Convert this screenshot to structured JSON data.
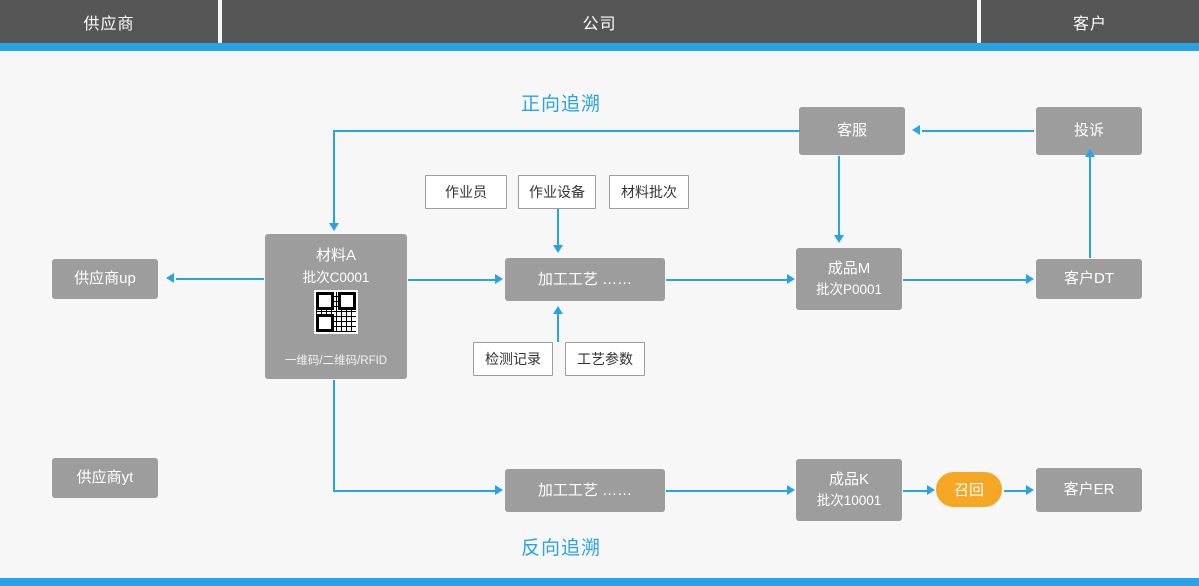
{
  "header": {
    "bands": [
      {
        "id": "supplier",
        "label": "供应商"
      },
      {
        "id": "company",
        "label": "公司"
      },
      {
        "id": "customer",
        "label": "客户"
      }
    ]
  },
  "labels": {
    "forward_trace": "正向追溯",
    "reverse_trace": "反向追溯"
  },
  "nodes": {
    "supplier_up": {
      "label": "供应商up"
    },
    "supplier_yt": {
      "label": "供应商yt"
    },
    "material": {
      "title": "材料A",
      "subtitle": "批次C0001",
      "code_types": "一维码/二维码/RFID",
      "qr_name": "qr-code"
    },
    "process_top": {
      "label": "加工工艺  ……"
    },
    "process_bottom": {
      "label": "加工工艺  ……"
    },
    "product_m": {
      "title": "成品M",
      "subtitle": "批次P0001"
    },
    "product_k": {
      "title": "成品K",
      "subtitle": "批次10001"
    },
    "customer_service": {
      "label": "客服"
    },
    "complaint": {
      "label": "投诉"
    },
    "customer_dt": {
      "label": "客户DT"
    },
    "customer_er": {
      "label": "客户ER"
    },
    "recall": {
      "label": "召回"
    }
  },
  "attributes": {
    "operator": "作业员",
    "equipment": "作业设备",
    "material_batch": "材料批次",
    "inspection_record": "检测记录",
    "process_parameter": "工艺参数"
  },
  "colors": {
    "accent": "#29a3e8",
    "node": "#9d9d9d",
    "header": "#565656",
    "recall": "#f5a623",
    "background": "#f7f7f7"
  }
}
